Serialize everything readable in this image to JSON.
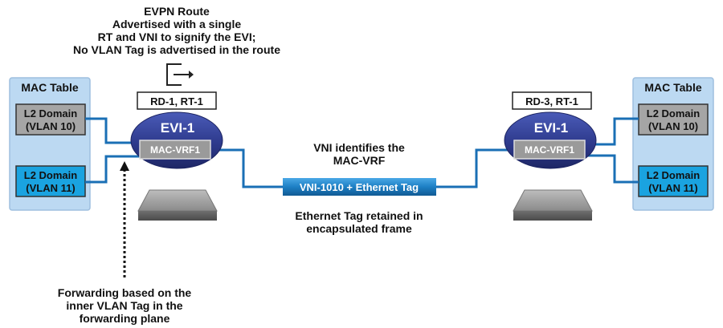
{
  "top_note": {
    "line1": "EVPN Route",
    "line2": "Advertised with a single",
    "line3": "RT and VNI to signify the EVI;",
    "line4": "No VLAN Tag is advertised in the route"
  },
  "left_table": {
    "title": "MAC Table",
    "domain1": {
      "line1": "L2 Domain",
      "line2": "(VLAN 10)"
    },
    "domain2": {
      "line1": "L2 Domain",
      "line2": "(VLAN 11)"
    }
  },
  "right_table": {
    "title": "MAC Table",
    "domain1": {
      "line1": "L2 Domain",
      "line2": "(VLAN 10)"
    },
    "domain2": {
      "line1": "L2 Domain",
      "line2": "(VLAN 11)"
    }
  },
  "left_device": {
    "rd_rt": "RD-1, RT-1",
    "evi": "EVI-1",
    "mac_vrf": "MAC-VRF1"
  },
  "right_device": {
    "rd_rt": "RD-3, RT-1",
    "evi": "EVI-1",
    "mac_vrf": "MAC-VRF1"
  },
  "tunnel": {
    "label": "VNI-1010 + Ethernet Tag"
  },
  "vni_note": {
    "line1": "VNI identifies the",
    "line2": "MAC-VRF"
  },
  "tag_note": {
    "line1": "Ethernet Tag retained in",
    "line2": "encapsulated frame"
  },
  "forward_note": {
    "line1": "Forwarding based on the",
    "line2": "inner VLAN Tag in the",
    "line3": "forwarding plane"
  },
  "colors": {
    "table_bg": "#bcd9f2",
    "vlan10_fill": "#a5a5a5",
    "vlan11_fill": "#1aa3e0",
    "evi_fill": "#2e3a8c",
    "link_blue": "#1a6fb5",
    "tunnel_fill": "#1d7fc4"
  }
}
